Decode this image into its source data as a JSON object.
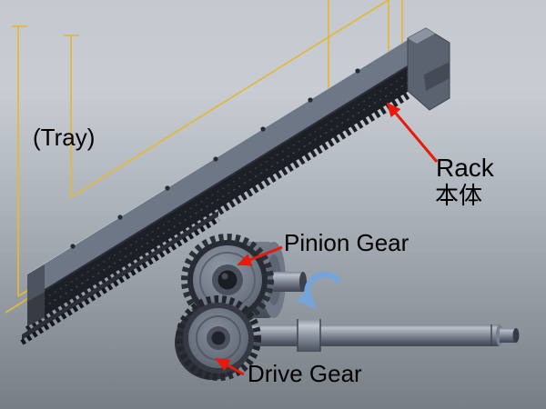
{
  "figure": {
    "labels": {
      "tray": "(Tray)",
      "rack_en": "Rack",
      "rack_ja": "本体",
      "pinion_gear": "Pinion Gear",
      "drive_gear": "Drive Gear"
    },
    "colors": {
      "annotation_arrow": "#e81a0a",
      "tray_wireframe": "#e3b83e",
      "rotation_arrow": "#75a5d8",
      "label_text": "#000000"
    }
  }
}
